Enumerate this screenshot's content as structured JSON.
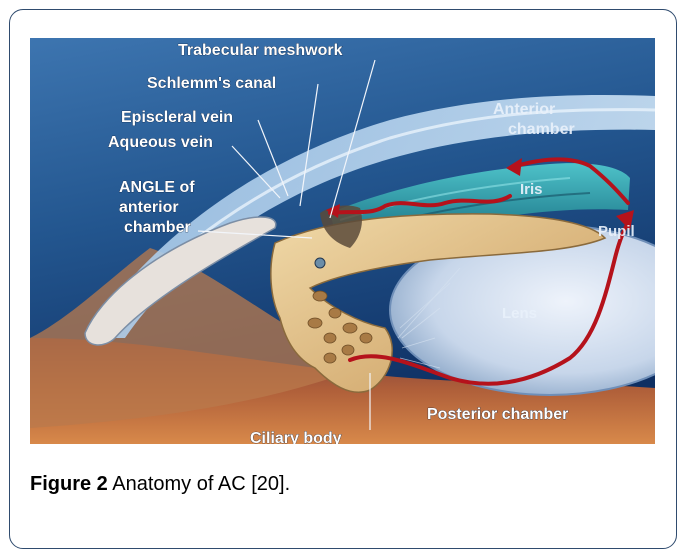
{
  "figure": {
    "labels": {
      "trabecular_meshwork": "Trabecular meshwork",
      "schlemms_canal": "Schlemm's canal",
      "episcleral_vein": "Episcleral vein",
      "aqueous_vein": "Aqueous vein",
      "angle_line1": "ANGLE of",
      "angle_line2": "anterior",
      "angle_line3": "chamber",
      "anterior_chamber_line1": "Anterior",
      "anterior_chamber_line2": "chamber",
      "iris": "Iris",
      "pupil": "Pupil",
      "lens": "Lens",
      "posterior_chamber": "Posterior chamber",
      "ciliary_body": "Ciliary body"
    },
    "colors": {
      "background_top": "#2b5f9a",
      "background_bottom": "#0d2f63",
      "flow_arrow": "#b5121b",
      "lower_tissue": "#c8743e"
    }
  },
  "caption": {
    "label": "Figure 2",
    "text": " Anatomy of AC [20]."
  }
}
